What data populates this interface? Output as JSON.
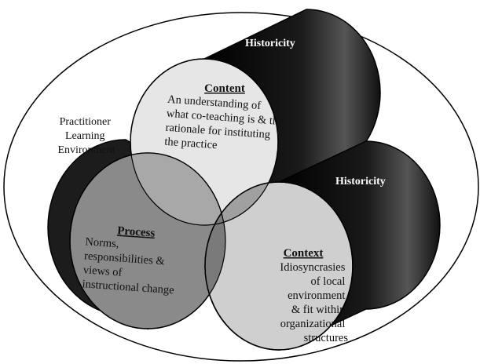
{
  "environment": {
    "label_lines": [
      "Practitioner",
      "Learning",
      "Environment"
    ]
  },
  "content": {
    "heading": "Content",
    "lines": [
      "An understanding of",
      "what co-teaching is & the",
      "rationale for instituting",
      "the practice"
    ],
    "historicity": "Historicity"
  },
  "process": {
    "heading": "Process",
    "lines": [
      "Norms,",
      "responsibilities &",
      "views of",
      "instructional change"
    ]
  },
  "context": {
    "heading": "Context",
    "lines": [
      "Idiosyncrasies",
      "of local",
      "environment",
      "& fit within",
      "organizational",
      "structures"
    ],
    "historicity": "Historicity"
  },
  "colors": {
    "cylinder_dark": "#0d0d0d",
    "content_face": "#e6e6e6",
    "process_face": "#8a8a8a",
    "context_face": "#cfcfcf",
    "outline": "#000000"
  }
}
